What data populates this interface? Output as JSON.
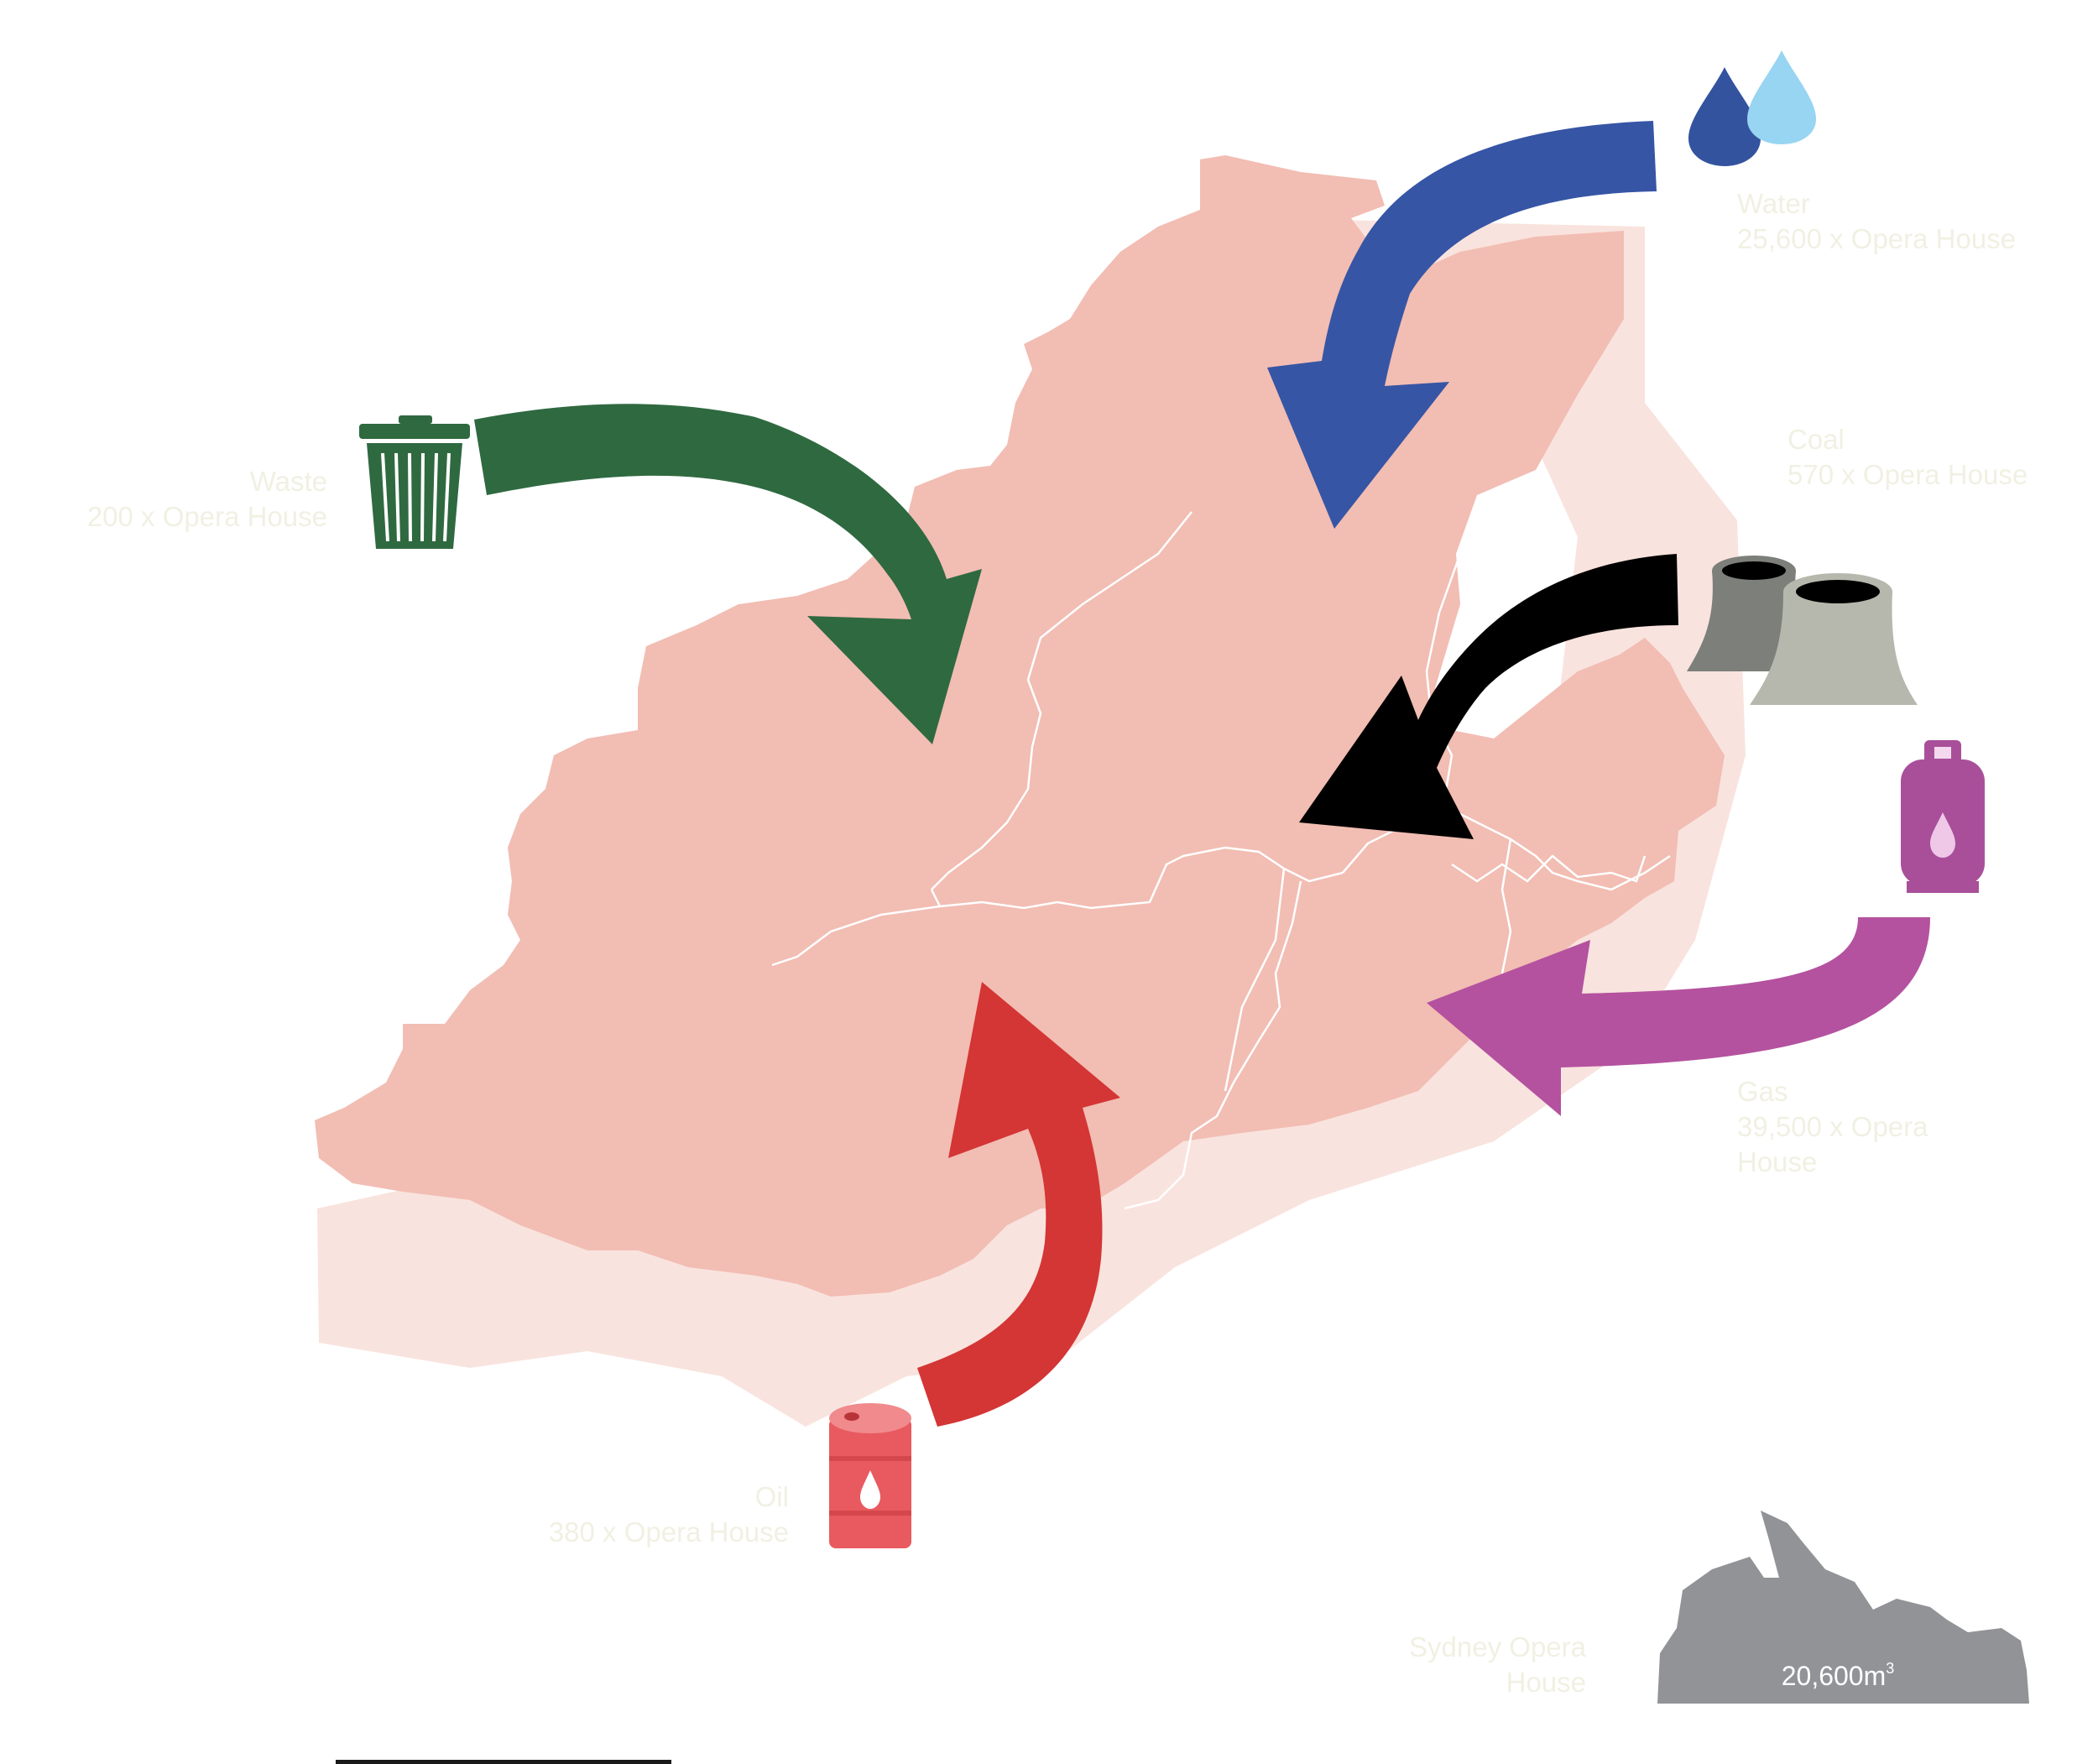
{
  "resources": [
    {
      "id": "water",
      "name": "Water",
      "amount": "25,600 x Opera House",
      "color": "#3755a5",
      "icon": "water-drops-icon"
    },
    {
      "id": "coal",
      "name": "Coal",
      "amount": "570 x Opera House",
      "color": "#000000",
      "icon": "cooling-towers-icon"
    },
    {
      "id": "gas",
      "name": "Gas",
      "amount_lines": [
        "39,500 x Opera",
        "House"
      ],
      "color": "#b4529f",
      "icon": "gas-cylinder-icon"
    },
    {
      "id": "oil",
      "name": "Oil",
      "amount": "380 x Opera House",
      "color": "#d43535",
      "icon": "oil-barrel-icon"
    },
    {
      "id": "waste",
      "name": "Waste",
      "amount": "200 x Opera House",
      "color": "#2f6940",
      "icon": "trash-can-icon"
    }
  ],
  "reference": {
    "name_lines": [
      "Sydney Opera",
      "House"
    ],
    "volume": "20,600m",
    "volume_unit_sup": "3",
    "icon": "opera-house-icon",
    "color": "#929397"
  },
  "colors": {
    "map_fill": "#f2bdb3",
    "map_shadow": "#f9e3de",
    "map_borders": "#ffffff",
    "label_text": "#f1f0e3"
  }
}
